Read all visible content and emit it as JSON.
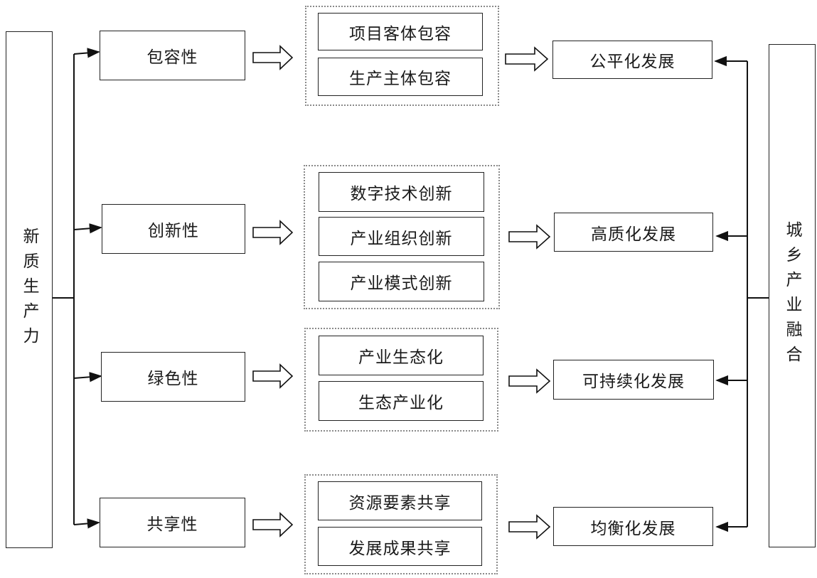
{
  "left": {
    "label": "新质生产力"
  },
  "right": {
    "label": "城乡产业融合"
  },
  "rows": [
    {
      "property": "包容性",
      "items": [
        "项目客体包容",
        "生产主体包容"
      ],
      "outcome": "公平化发展"
    },
    {
      "property": "创新性",
      "items": [
        "数字技术创新",
        "产业组织创新",
        "产业模式创新"
      ],
      "outcome": "高质化发展"
    },
    {
      "property": "绿色性",
      "items": [
        "产业生态化",
        "生态产业化"
      ],
      "outcome": "可持续化发展"
    },
    {
      "property": "共享性",
      "items": [
        "资源要素共享",
        "发展成果共享"
      ],
      "outcome": "均衡化发展"
    }
  ]
}
